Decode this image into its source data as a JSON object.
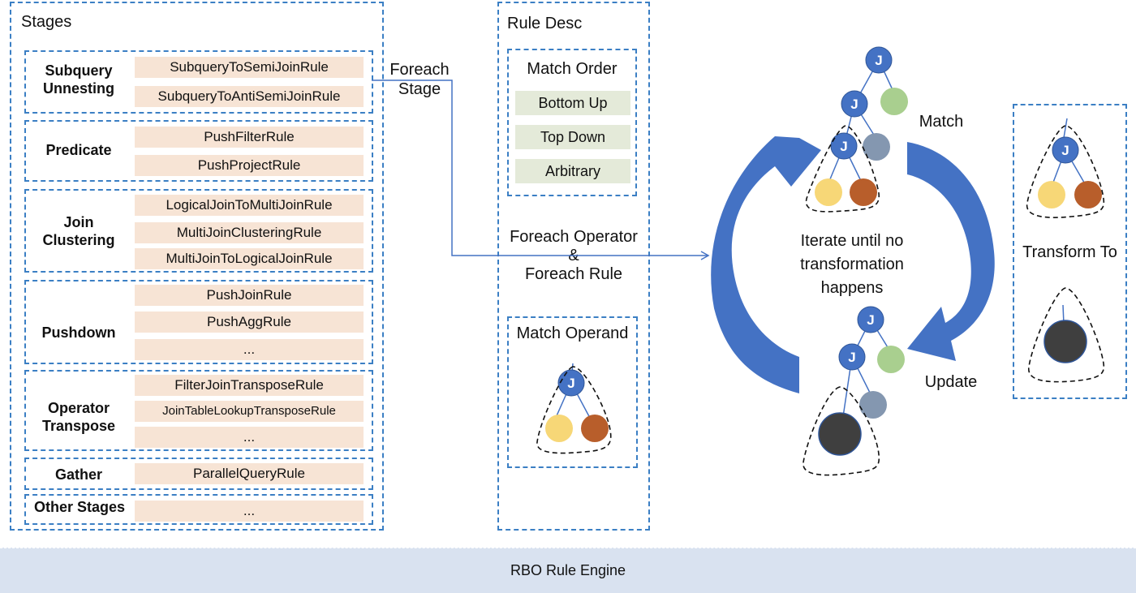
{
  "stages_panel": {
    "title": "Stages",
    "groups": [
      {
        "label": "Subquery\nUnnesting",
        "label_lines": [
          "Subquery",
          "Unnesting"
        ],
        "rules": [
          "SubqueryToSemiJoinRule",
          "SubqueryToAntiSemiJoinRule"
        ]
      },
      {
        "label_lines": [
          "Predicate"
        ],
        "rules": [
          "PushFilterRule",
          "PushProjectRule"
        ]
      },
      {
        "label_lines": [
          "Join",
          "Clustering"
        ],
        "rules": [
          "LogicalJoinToMultiJoinRule",
          "MultiJoinClusteringRule",
          "MultiJoinToLogicalJoinRule"
        ]
      },
      {
        "label_lines": [
          "Pushdown"
        ],
        "rules": [
          "PushJoinRule",
          "PushAggRule",
          "..."
        ]
      },
      {
        "label_lines": [
          "Operator",
          "Transpose"
        ],
        "rules": [
          "FilterJoinTransposeRule",
          "JoinTableLookupTransposeRule",
          "..."
        ]
      },
      {
        "label_lines": [
          "Gather"
        ],
        "rules": [
          "ParallelQueryRule"
        ]
      },
      {
        "label_lines": [
          "Other Stages"
        ],
        "rules": [
          "..."
        ]
      }
    ]
  },
  "connector_labels": {
    "foreach_stage": [
      "Foreach",
      "Stage"
    ],
    "foreach_operator": [
      "Foreach Operator",
      "&",
      "Foreach Rule"
    ]
  },
  "rule_desc_panel": {
    "title": "Rule Desc",
    "match_order": {
      "title": "Match Order",
      "options": [
        "Bottom Up",
        "Top Down",
        "Arbitrary"
      ]
    },
    "match_operand": {
      "title": "Match Operand"
    }
  },
  "cycle": {
    "center_text": [
      "Iterate until no",
      "transformation",
      "happens"
    ],
    "match_label": "Match",
    "update_label": "Update",
    "join_node_label": "J"
  },
  "transform_panel": {
    "label": "Transform To"
  },
  "engine": {
    "label": "RBO Rule Engine"
  },
  "colors": {
    "dash_border": "#3b7fc4",
    "rule_chip": "#f7e4d5",
    "order_chip": "#e4ead9",
    "join_node": "#4472c4",
    "leaf_yellow": "#f7d777",
    "leaf_orange": "#b85e2b",
    "leaf_green": "#a9cf8f",
    "leaf_gray": "#8497b0",
    "leaf_dark": "#3f3f3f",
    "cycle_arrow": "#4472c4",
    "engine_bar": "#d9e2f0"
  }
}
